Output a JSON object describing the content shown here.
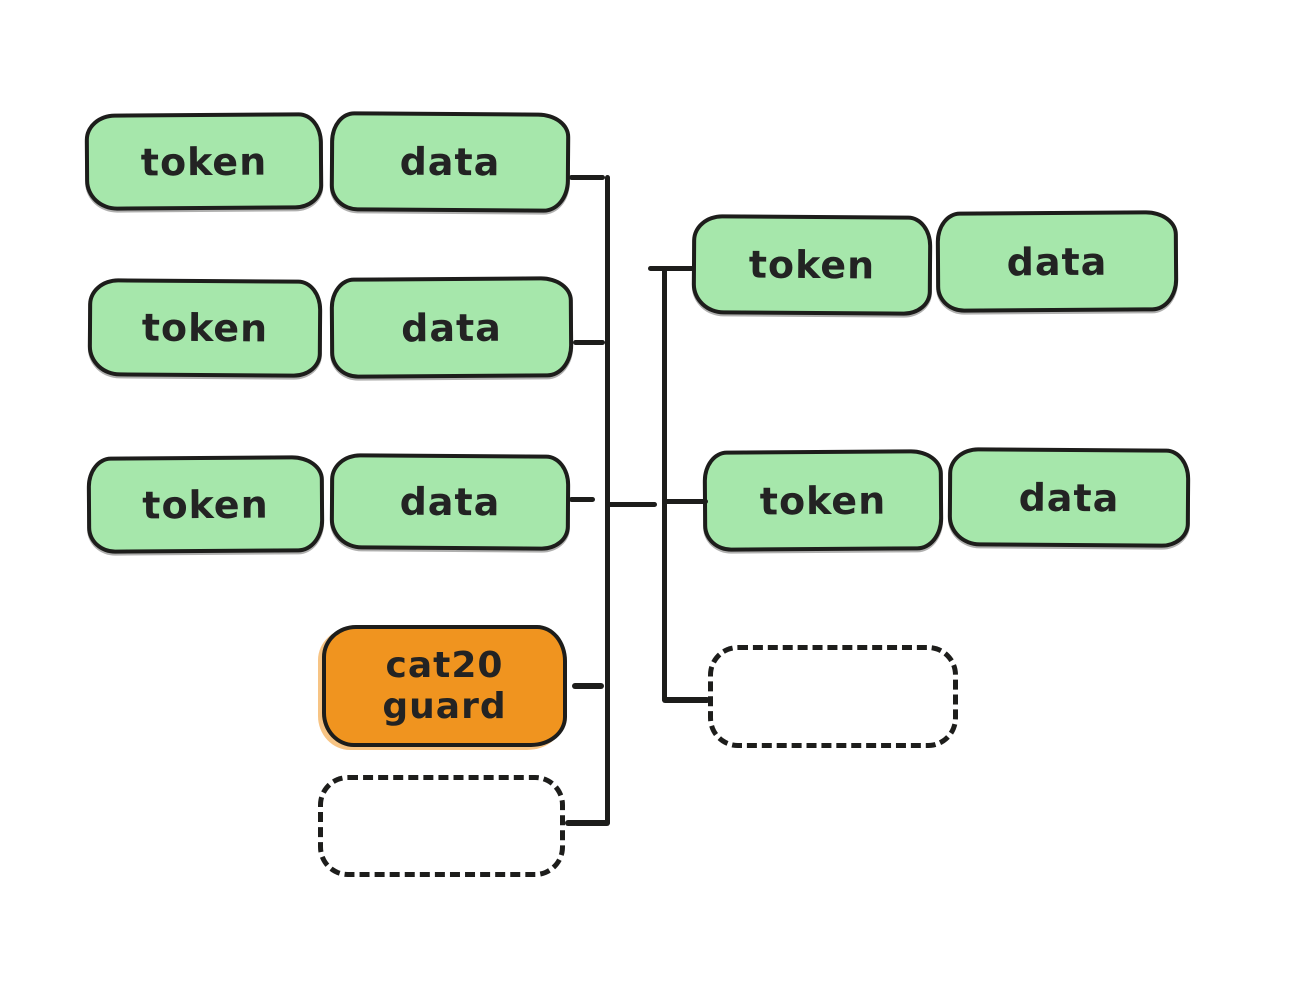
{
  "diagram": {
    "left_column": {
      "rows": [
        {
          "token": "token",
          "data": "data"
        },
        {
          "token": "token",
          "data": "data"
        },
        {
          "token": "token",
          "data": "data"
        }
      ],
      "guard": {
        "line1": "cat20",
        "line2": "guard"
      },
      "empty_box_label": ""
    },
    "right_column": {
      "rows": [
        {
          "token": "token",
          "data": "data"
        },
        {
          "token": "token",
          "data": "data"
        }
      ],
      "empty_box_label": ""
    },
    "colors": {
      "box_green": "#a6e7ab",
      "box_orange": "#f0941f",
      "stroke": "#1d1d1b",
      "background": "#ffffff",
      "text": "#232323"
    }
  }
}
